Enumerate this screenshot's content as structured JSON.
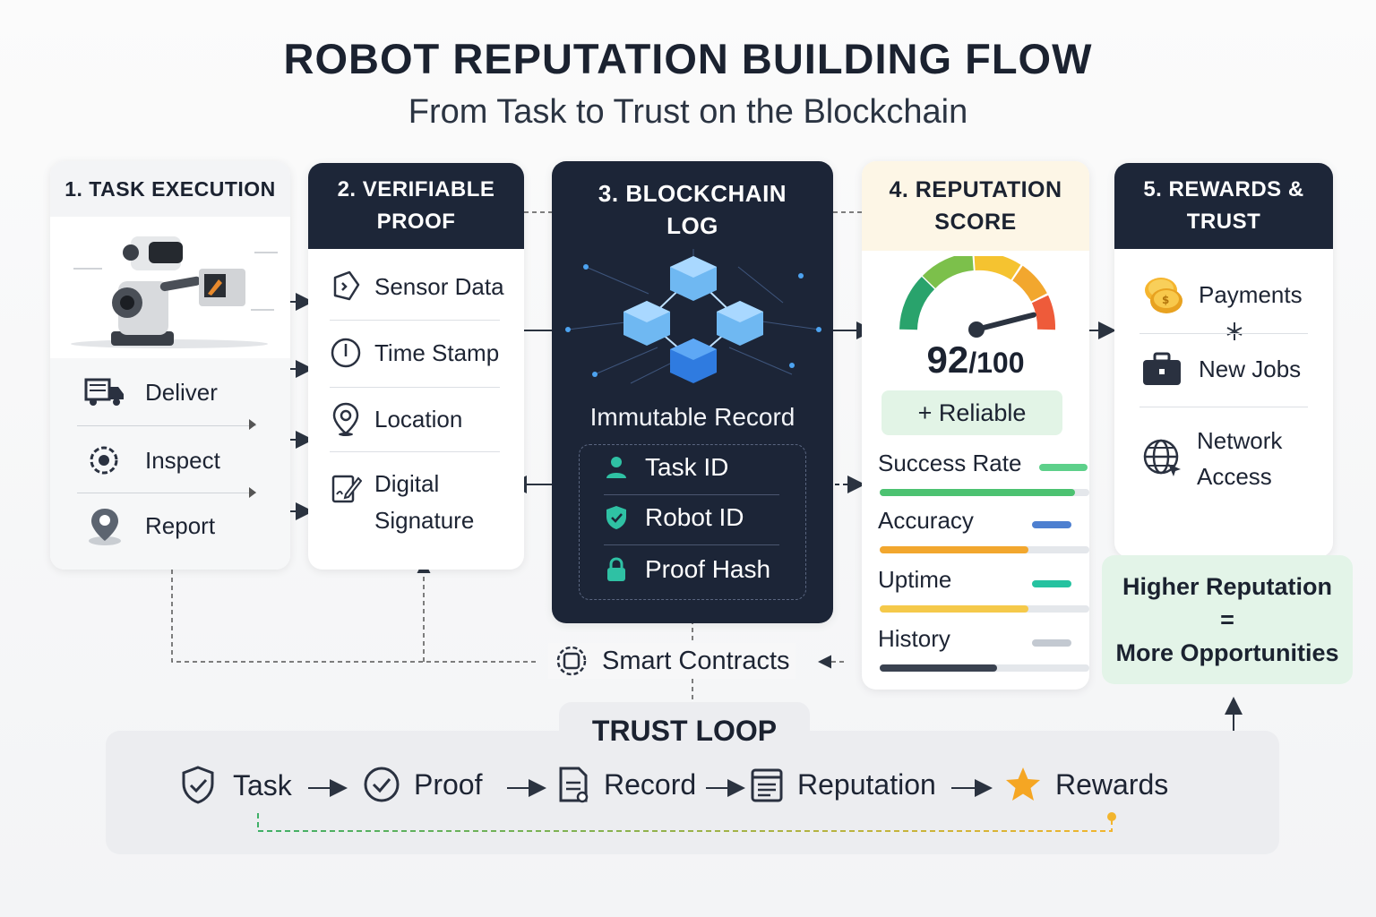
{
  "title": "ROBOT REPUTATION BUILDING FLOW",
  "subtitle": "From Task to Trust on the Blockchain",
  "step1": {
    "heading": "1. TASK EXECUTION",
    "items": [
      "Deliver",
      "Inspect",
      "Report"
    ]
  },
  "step2": {
    "heading_line1": "2. VERIFIABLE",
    "heading_line2": "PROOF",
    "items": [
      "Sensor Data",
      "Time Stamp",
      "Location"
    ],
    "signature_line1": "Digital",
    "signature_line2": "Signature"
  },
  "step3": {
    "heading_line1": "3. BLOCKCHAIN",
    "heading_line2": "LOG",
    "caption": "Immutable Record",
    "fields": [
      "Task ID",
      "Robot ID",
      "Proof Hash"
    ]
  },
  "step4": {
    "heading_line1": "4. REPUTATION",
    "heading_line2": "SCORE",
    "score": "92",
    "score_max": "/100",
    "score_value": 92,
    "badge": "+ Reliable",
    "metrics": [
      {
        "label": "Success Rate",
        "fraction": 0.93,
        "color": "#4cc271"
      },
      {
        "label": "Accuracy",
        "fraction": 0.71,
        "color": "#f2a72e"
      },
      {
        "label": "Uptime",
        "fraction": 0.71,
        "color": "#f5c94a"
      },
      {
        "label": "History",
        "fraction": 0.56,
        "color": "#3a4250"
      }
    ],
    "indicator_colors": [
      "#5dd08a",
      "#4d7fd0",
      "#25c2a0",
      "#c3c9d1"
    ]
  },
  "step5": {
    "heading_line1": "5. REWARDS &",
    "heading_line2": "TRUST",
    "payments": "Payments",
    "jobs": "New Jobs",
    "network_line1": "Network",
    "network_line2": "Access"
  },
  "outcome": {
    "line1": "Higher Reputation",
    "line2": "=",
    "line3": "More Opportunities"
  },
  "smart_contracts": "Smart Contracts",
  "trust_loop": {
    "label": "TRUST LOOP",
    "steps": [
      "Task",
      "Proof",
      "Record",
      "Reputation",
      "Rewards"
    ]
  },
  "colors": {
    "dark_navy": "#1d2638",
    "score_bg": "#fdf6e6",
    "outcome_bg": "#e3f4e8",
    "badge_bg": "#e2f4e6",
    "accent_teal": "#2fc1a4",
    "star": "#f5a623"
  }
}
